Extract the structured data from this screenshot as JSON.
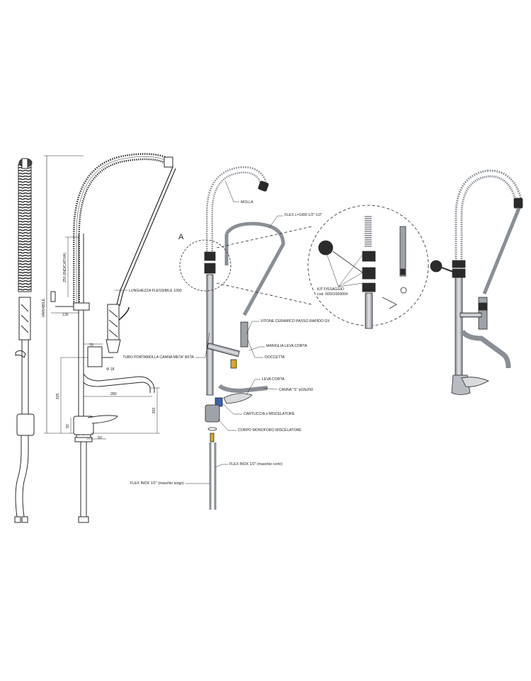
{
  "colors": {
    "line": "#2a2a2a",
    "metal": "#b8bcc2",
    "metal_dark": "#6e737a",
    "rubber": "#2b2b2b",
    "brass": "#d6a928",
    "blue": "#3a5fb0"
  },
  "dimensions": {
    "variabile": "VARIABILE",
    "d250": "250 (INDICATIVA)",
    "d135": "135",
    "d70": "70",
    "d18": "Φ 18",
    "d325": "325",
    "d280": "280",
    "d200": "200",
    "d50v": "50",
    "d50h": "50",
    "flex_length": "LUNGHEZZA FLESSIBILE 1000"
  },
  "callouts": {
    "molla": "MOLLA",
    "flex": "FLEX L=1000 1/2\"-1/2\"",
    "detail_letter": "A",
    "vitone": "VITONE CERAMICO PASSO RAPIDO DX",
    "tubo": "TUBO PORTAMOLLA CANNA META' ASTA",
    "maniglia": "MANIGLIA LEVA CORTA",
    "doccetta": "DOCCETTA",
    "leva": "LEVA CORTA",
    "canna": "CANNA \"S\" ø18x200",
    "cartuccia": "CARTUCCIA x MISCELATORE",
    "corpo": "CORPO MONOFORO MISCELATORE",
    "flex_corti": "FLEX INOX 1/2\" (maschio corto)",
    "flex_lunghi": "FLEX INOX 1/2\" (maschio lungo)",
    "kit_1": "KIT FISSAGGIO",
    "kit_2": "cod. 00501000004"
  }
}
